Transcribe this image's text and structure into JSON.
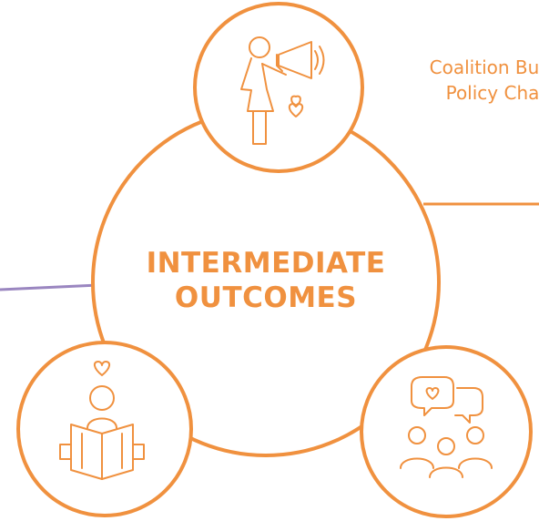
{
  "colors": {
    "accent": "#F0913F",
    "connector_right": "#F0913F",
    "connector_left": "#9A86C0",
    "background": "#FFFFFF"
  },
  "center": {
    "title_line1": "INTERMEDIATE",
    "title_line2": "OUTCOMES"
  },
  "top_node": {
    "icon": "megaphone-person-icon",
    "label_line1": "Coalition Bu",
    "label_line2": "Policy Cha"
  },
  "bottom_left_node": {
    "icon": "reading-person-icon"
  },
  "bottom_right_node": {
    "icon": "group-conversation-icon"
  }
}
